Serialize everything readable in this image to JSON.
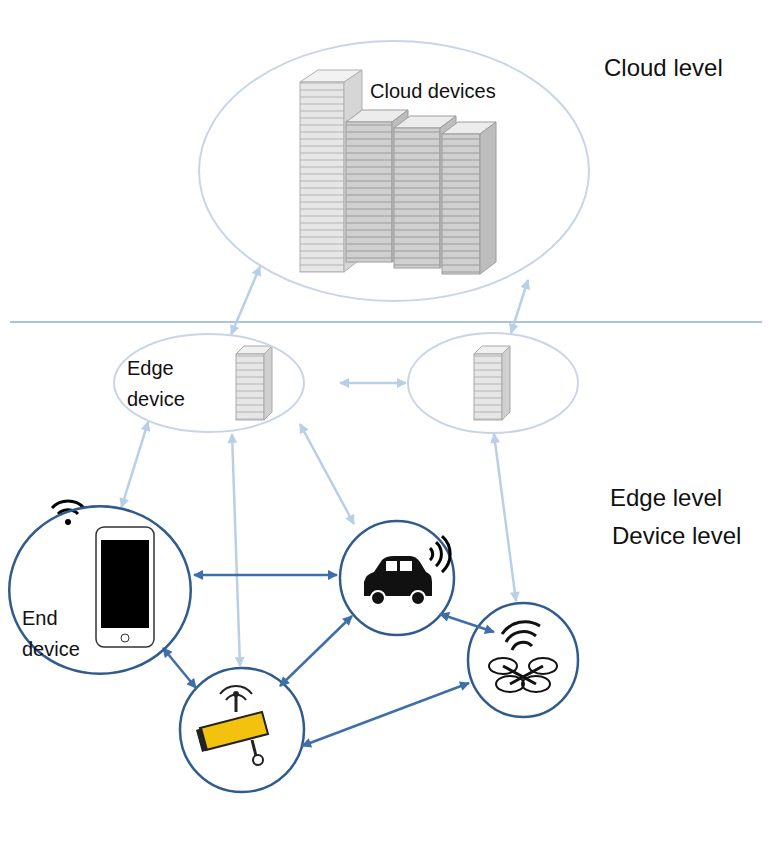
{
  "diagram": {
    "nodes": [
      {
        "text": [
          "Cloud devices"
        ]
      },
      {
        "text": [
          "Edge device"
        ]
      },
      {
        "text": [
          "End device"
        ]
      }
    ],
    "edges": [
      {
        "from": 0,
        "to": 1,
        "arrow": "both"
      },
      {
        "from": 1,
        "to": 2,
        "arrow": "both"
      }
    ],
    "labels": [
      "Cloud level",
      "Edge level",
      "Device level"
    ]
  }
}
